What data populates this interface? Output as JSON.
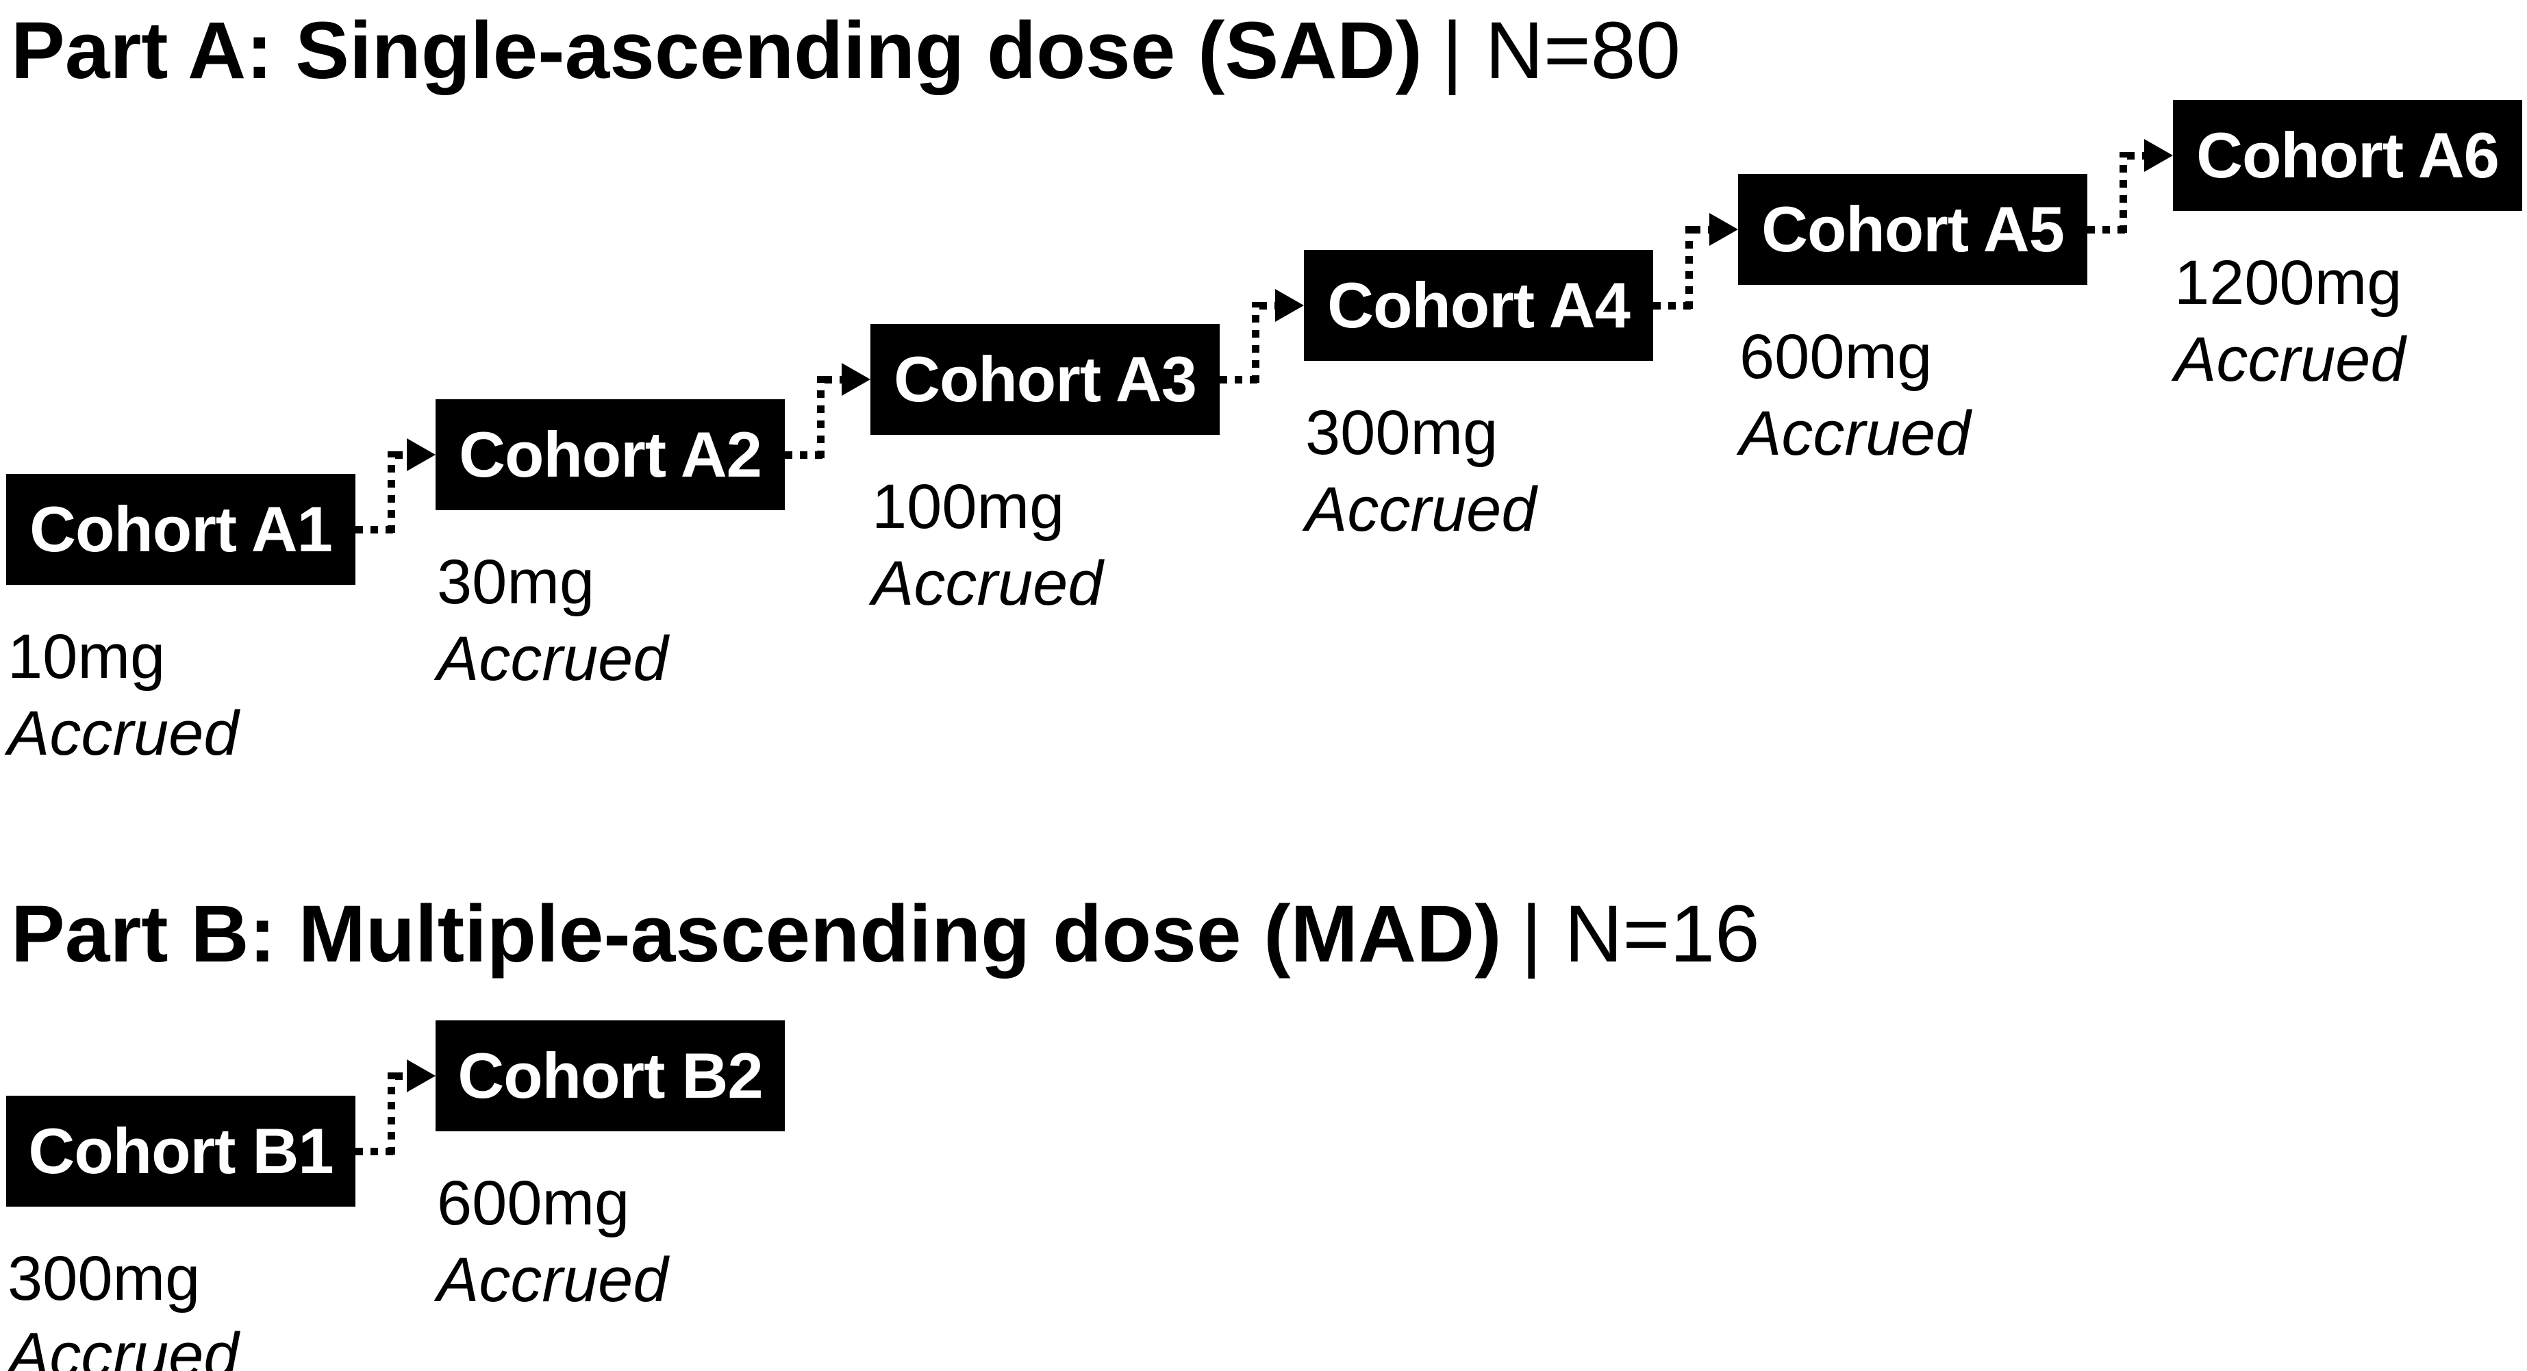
{
  "figure": {
    "colors": {
      "box_background": "#000000",
      "box_text": "#ffffff",
      "text": "#000000",
      "background": "#ffffff",
      "connector": "#000000"
    },
    "connector_style": "dotted-step-arrow",
    "parts": [
      {
        "id": "A",
        "title_bold": "Part A: Single-ascending dose (SAD)",
        "title_rest": "| N=80",
        "cohorts": [
          {
            "label": "Cohort A1",
            "dose": "10mg",
            "status": "Accrued"
          },
          {
            "label": "Cohort A2",
            "dose": "30mg",
            "status": "Accrued"
          },
          {
            "label": "Cohort A3",
            "dose": "100mg",
            "status": "Accrued"
          },
          {
            "label": "Cohort A4",
            "dose": "300mg",
            "status": "Accrued"
          },
          {
            "label": "Cohort A5",
            "dose": "600mg",
            "status": "Accrued"
          },
          {
            "label": "Cohort A6",
            "dose": "1200mg",
            "status": "Accrued"
          }
        ]
      },
      {
        "id": "B",
        "title_bold": "Part B: Multiple-ascending dose (MAD)",
        "title_rest": "| N=16",
        "cohorts": [
          {
            "label": "Cohort B1",
            "dose": "300mg",
            "status": "Accrued"
          },
          {
            "label": "Cohort B2",
            "dose": "600mg",
            "status": "Accrued"
          }
        ]
      }
    ]
  }
}
